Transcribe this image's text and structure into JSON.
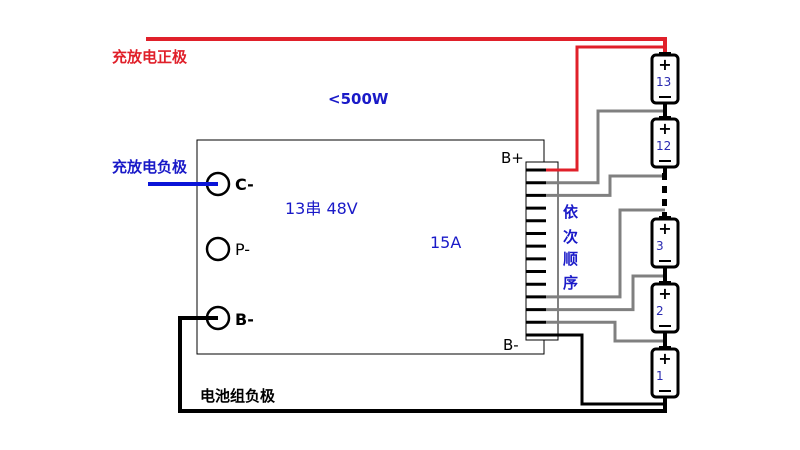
{
  "labels": {
    "charge_positive": "充放电正极",
    "charge_negative": "充放电负极",
    "pack_negative": "电池组负极",
    "power_limit": "<500W",
    "series_voltage": "13串 48V",
    "current": "15A",
    "sequence_chars": [
      "依",
      "次",
      "顺",
      "序"
    ],
    "b_plus": "B+",
    "b_minus": "B-"
  },
  "board": {
    "terminals": [
      {
        "id": "c-minus",
        "label": "C-",
        "bold": true,
        "wired": true
      },
      {
        "id": "p-minus",
        "label": "P-",
        "bold": false,
        "wired": false
      },
      {
        "id": "b-minus",
        "label": "B-",
        "bold": true,
        "wired": true
      }
    ],
    "balance_pins": 14
  },
  "cells": [
    {
      "number": "13",
      "plus": "+",
      "minus": "−"
    },
    {
      "number": "12",
      "plus": "+",
      "minus": "−"
    },
    {
      "number": "3",
      "plus": "+",
      "minus": "−"
    },
    {
      "number": "2",
      "plus": "+",
      "minus": "−"
    },
    {
      "number": "1",
      "plus": "+",
      "minus": "−"
    }
  ],
  "colors": {
    "positive_wire": "#e0202a",
    "negative_wire": "#0a14d8",
    "balance_wire": "#808080",
    "pack_wire": "#000000",
    "label_red": "#e0202a",
    "label_blue": "#1a1ac8",
    "cell_number": "#2a2ab0"
  }
}
